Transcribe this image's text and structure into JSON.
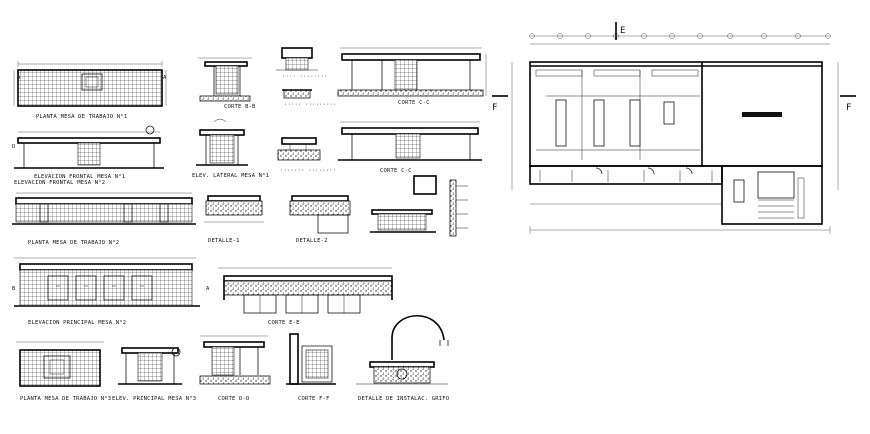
{
  "drawing": {
    "labels": {
      "planta_1": "PLANTA MESA DE TRABAJO N°1",
      "corte_bb": "CORTE B-B",
      "elev_frontal_1": "ELEVACION FRONTAL MESA N°1",
      "elev_lateral_1": "ELEV. LATERAL MESA N°1",
      "corte_cc": "CORTE C-C",
      "elev_frontal_2": "ELEVACION FRONTAL MESA N°2",
      "planta_2": "PLANTA MESA DE TRABAJO N°2",
      "detalle_1": "DETALLE-1",
      "detalle_2": "DETALLE-2",
      "elev_principal_2": "ELEVACION PRINCIPAL MESA N°2",
      "corte_ee": "CORTE E-E",
      "planta_3": "PLANTA MESA DE TRABAJO N°3",
      "elev_principal_3": "ELEV. PRINCIPAL MESA N°3",
      "corte_dd": "CORTE D-D",
      "corte_ff": "CORTE F-F",
      "detalle_grifo": "DETALLE DE INSTALAC. GRIFO"
    },
    "markers": {
      "section_e": "E",
      "section_f_left": "F",
      "section_f_right": "F",
      "section_a": "A",
      "section_b": "B",
      "section_d": "D"
    }
  }
}
